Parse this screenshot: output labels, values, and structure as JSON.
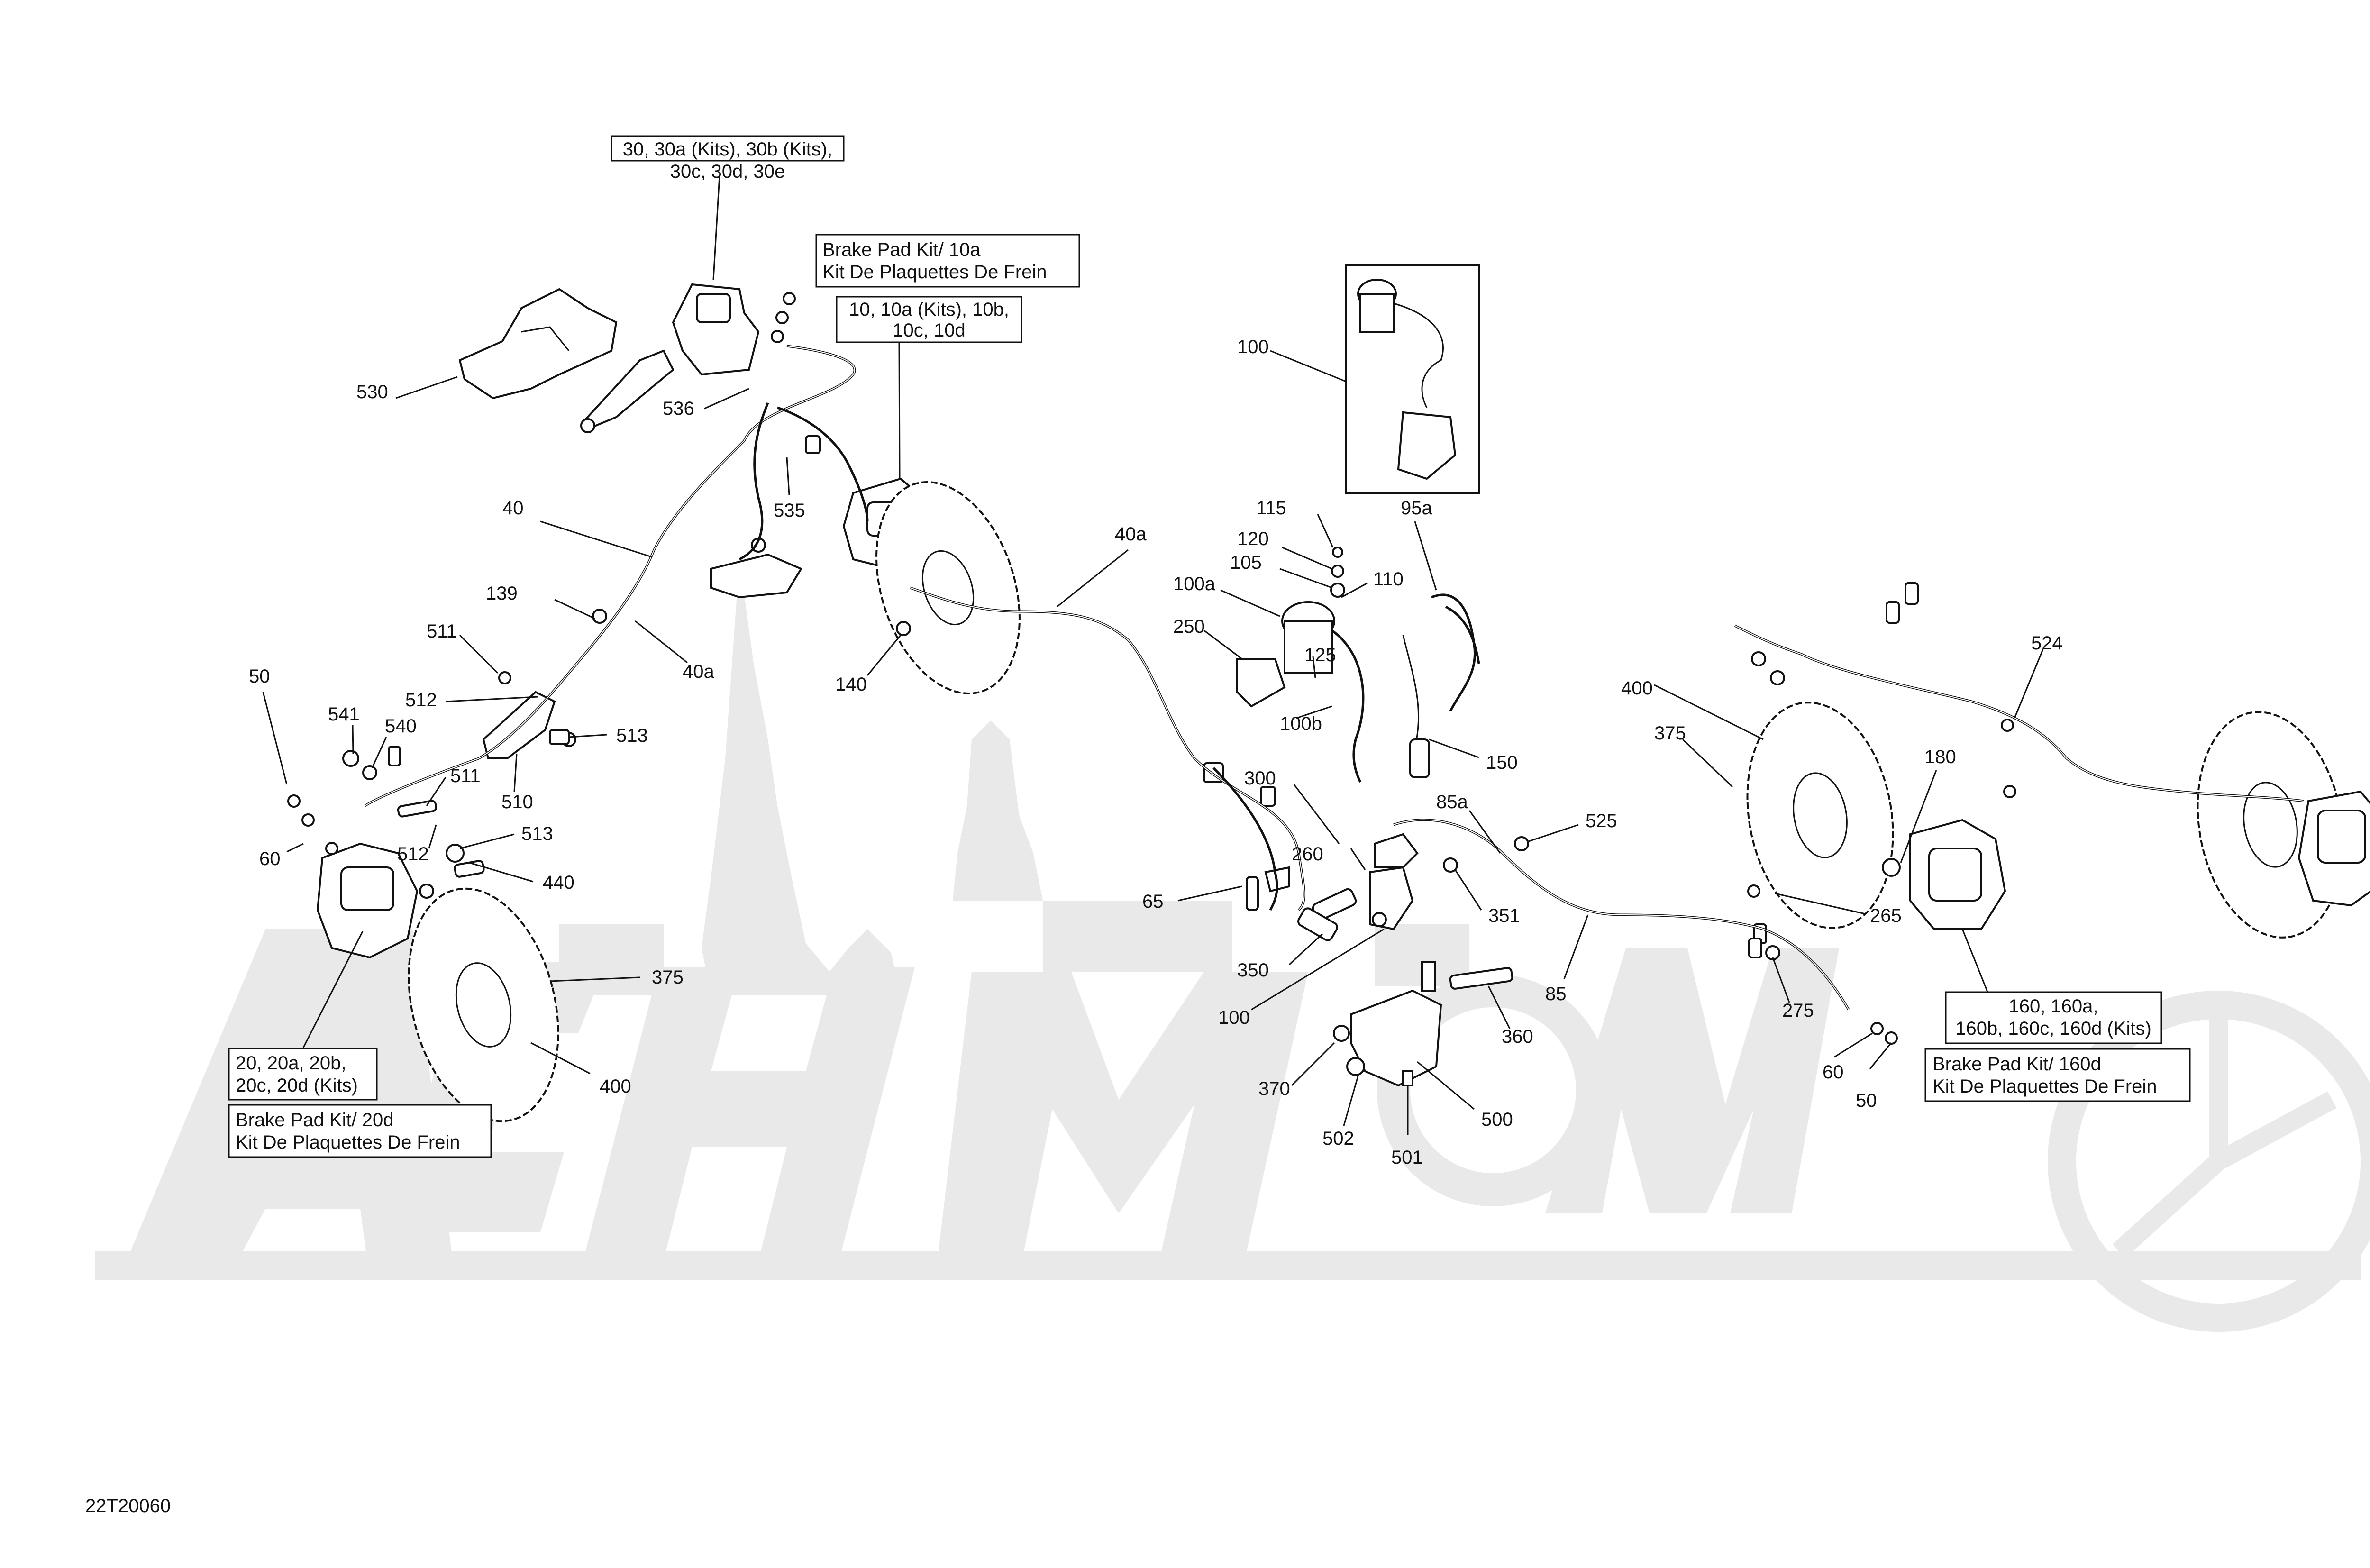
{
  "drawing_id": "22T20060",
  "watermark": {
    "text": "Achmoto"
  },
  "boxes": [
    {
      "id": "box-30",
      "lines": [
        "30, 30a (Kits), 30b (Kits),",
        "30c, 30d, 30e"
      ]
    },
    {
      "id": "box-brake-10a",
      "lines": [
        "Brake Pad Kit/ 10a",
        "Kit De Plaquettes De Frein"
      ]
    },
    {
      "id": "box-10",
      "lines": [
        "10, 10a (Kits), 10b,",
        "10c, 10d"
      ]
    },
    {
      "id": "box-20",
      "lines": [
        "20, 20a, 20b,",
        "20c, 20d (Kits)"
      ]
    },
    {
      "id": "box-brake-20d",
      "lines": [
        "Brake Pad Kit/ 20d",
        "Kit De Plaquettes De Frein"
      ]
    },
    {
      "id": "box-160",
      "lines": [
        "160, 160a,",
        "160b, 160c, 160d (Kits)"
      ]
    },
    {
      "id": "box-brake-160d",
      "lines": [
        "Brake Pad Kit/ 160d",
        "Kit De Plaquettes De Frein"
      ]
    }
  ],
  "callouts": [
    {
      "id": "c530",
      "text": "530"
    },
    {
      "id": "c536",
      "text": "536"
    },
    {
      "id": "c535",
      "text": "535"
    },
    {
      "id": "c40",
      "text": "40"
    },
    {
      "id": "c139",
      "text": "139"
    },
    {
      "id": "c40a-left",
      "text": "40a"
    },
    {
      "id": "c140",
      "text": "140"
    },
    {
      "id": "c40a-right",
      "text": "40a"
    },
    {
      "id": "c511-top",
      "text": "511"
    },
    {
      "id": "c50-left",
      "text": "50"
    },
    {
      "id": "c541",
      "text": "541"
    },
    {
      "id": "c540",
      "text": "540"
    },
    {
      "id": "c512-top",
      "text": "512"
    },
    {
      "id": "c513-top",
      "text": "513"
    },
    {
      "id": "c510",
      "text": "510"
    },
    {
      "id": "c511-mid",
      "text": "511"
    },
    {
      "id": "c60-left",
      "text": "60"
    },
    {
      "id": "c512-mid",
      "text": "512"
    },
    {
      "id": "c513-mid",
      "text": "513"
    },
    {
      "id": "c440",
      "text": "440"
    },
    {
      "id": "c375-left",
      "text": "375"
    },
    {
      "id": "c400-left",
      "text": "400"
    },
    {
      "id": "c100-box",
      "text": "100"
    },
    {
      "id": "c95a",
      "text": "95a"
    },
    {
      "id": "c115",
      "text": "115"
    },
    {
      "id": "c120",
      "text": "120"
    },
    {
      "id": "c105",
      "text": "105"
    },
    {
      "id": "c110",
      "text": "110"
    },
    {
      "id": "c100a",
      "text": "100a"
    },
    {
      "id": "c250",
      "text": "250"
    },
    {
      "id": "c125",
      "text": "125"
    },
    {
      "id": "c100b",
      "text": "100b"
    },
    {
      "id": "c150",
      "text": "150"
    },
    {
      "id": "c300",
      "text": "300"
    },
    {
      "id": "c85a",
      "text": "85a"
    },
    {
      "id": "c525",
      "text": "525"
    },
    {
      "id": "c260",
      "text": "260"
    },
    {
      "id": "c351",
      "text": "351"
    },
    {
      "id": "c65",
      "text": "65"
    },
    {
      "id": "c350",
      "text": "350"
    },
    {
      "id": "c100-bottom",
      "text": "100"
    },
    {
      "id": "c85",
      "text": "85"
    },
    {
      "id": "c360",
      "text": "360"
    },
    {
      "id": "c370",
      "text": "370"
    },
    {
      "id": "c500",
      "text": "500"
    },
    {
      "id": "c502",
      "text": "502"
    },
    {
      "id": "c501",
      "text": "501"
    },
    {
      "id": "c400-right",
      "text": "400"
    },
    {
      "id": "c375-right",
      "text": "375"
    },
    {
      "id": "c524",
      "text": "524"
    },
    {
      "id": "c180",
      "text": "180"
    },
    {
      "id": "c265",
      "text": "265"
    },
    {
      "id": "c275",
      "text": "275"
    },
    {
      "id": "c60-right",
      "text": "60"
    },
    {
      "id": "c50-right",
      "text": "50"
    }
  ]
}
